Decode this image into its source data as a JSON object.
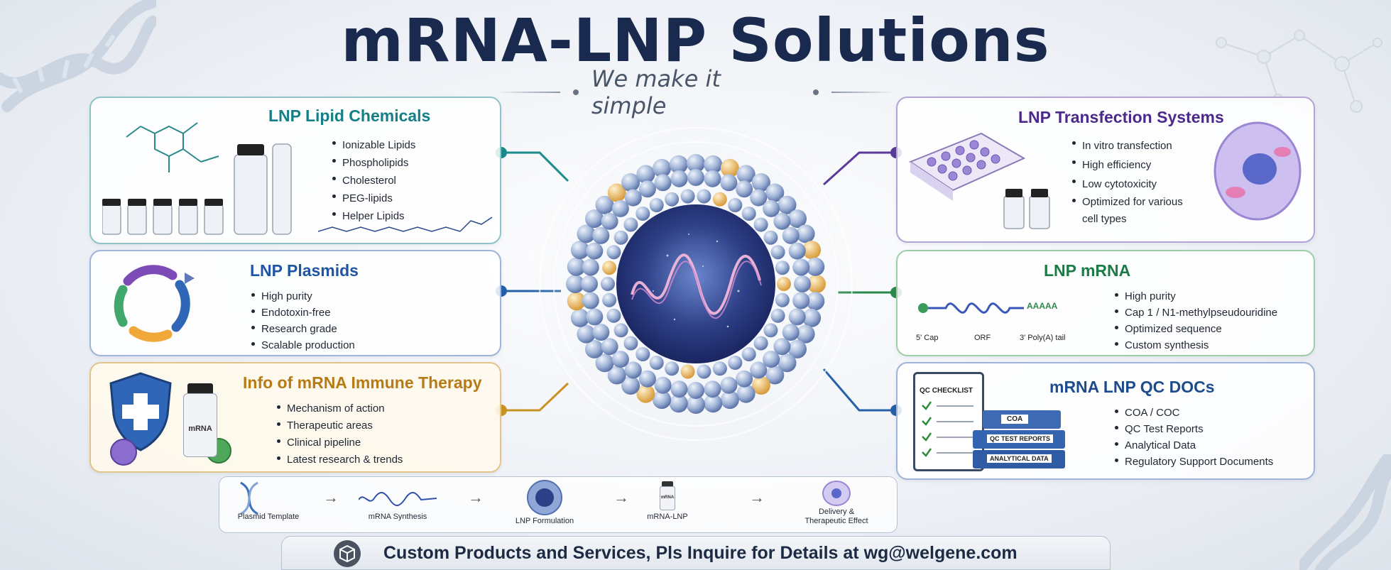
{
  "header": {
    "title": "mRNA-LNP Solutions",
    "subtitle": "We make it simple"
  },
  "cards": {
    "lipid": {
      "title": "LNP Lipid Chemicals",
      "items": [
        "Ionizable Lipids",
        "Phospholipids",
        "Cholesterol",
        "PEG-lipids",
        "Helper Lipids"
      ]
    },
    "plasmids": {
      "title": "LNP Plasmids",
      "items": [
        "High purity",
        "Endotoxin-free",
        "Research grade",
        "Scalable production"
      ]
    },
    "immune": {
      "title": "Info of mRNA Immune Therapy",
      "vial_label": "mRNA",
      "items": [
        "Mechanism of action",
        "Therapeutic areas",
        "Clinical pipeline",
        "Latest research & trends"
      ]
    },
    "transfection": {
      "title": "LNP Transfection Systems",
      "items": [
        "In vitro transfection",
        "High efficiency",
        "Low cytotoxicity",
        "Optimized for various cell types"
      ]
    },
    "mrna": {
      "title": "LNP mRNA",
      "diagram": {
        "cap": "5' Cap",
        "orf": "ORF",
        "tail": "3' Poly(A) tail",
        "polya": "AAAAA"
      },
      "items": [
        "High purity",
        "Cap 1 / N1-methylpseudouridine",
        "Optimized sequence",
        "Custom synthesis"
      ]
    },
    "qc": {
      "title": "mRNA LNP QC DOCs",
      "checklist": "QC CHECKLIST",
      "binders": [
        "COA",
        "QC TEST REPORTS",
        "ANALYTICAL DATA"
      ],
      "items": [
        "COA / COC",
        "QC Test Reports",
        "Analytical Data",
        "Regulatory Support Documents"
      ]
    }
  },
  "process": {
    "steps": [
      "Plasmid Template",
      "mRNA Synthesis",
      "LNP Formulation",
      "mRNA-LNP",
      "Delivery & Therapeutic Effect"
    ],
    "vial_label": "mRNA"
  },
  "footer": {
    "text": "Custom Products and Services, Pls Inquire for Details at wg@welgene.com",
    "icon": "box-icon"
  },
  "colors": {
    "title": "#1a2a4e",
    "teal": "#167f86",
    "blue": "#1f55a3",
    "gold": "#b87a14",
    "purple": "#4c2a8c",
    "green": "#1d7a45",
    "navy": "#1d4c8e"
  }
}
